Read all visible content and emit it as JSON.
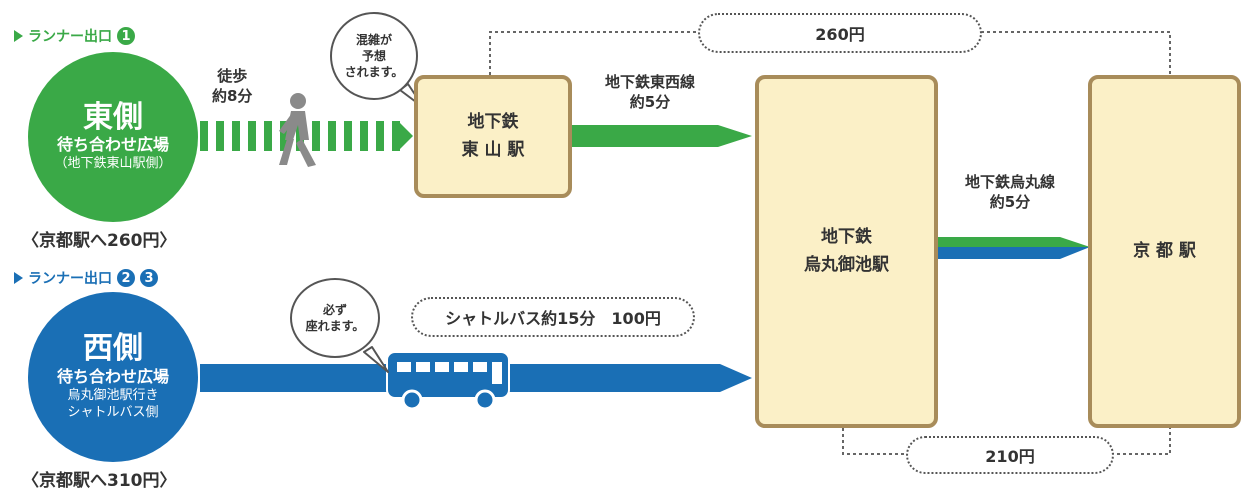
{
  "east": {
    "exit_label": "ランナー出口",
    "exit_number": "1",
    "circle_title": "東側",
    "circle_sub": "待ち合わせ広場",
    "circle_note": "（地下鉄東山駅側）",
    "fare": "〈京都駅へ260円〉",
    "walk_label": [
      "徒歩",
      "約8分"
    ],
    "bubble": [
      "混雑が",
      "予想",
      "されます。"
    ],
    "station": [
      "地下鉄",
      "東 山 駅"
    ],
    "line_label": [
      "地下鉄東西線",
      "約5分"
    ]
  },
  "west": {
    "exit_label": "ランナー出口",
    "exit_numbers": [
      "2",
      "3"
    ],
    "circle_title": "西側",
    "circle_sub": "待ち合わせ広場",
    "circle_note": [
      "烏丸御池駅行き",
      "シャトルバス側"
    ],
    "fare": "〈京都駅へ310円〉",
    "bubble": [
      "必ず",
      "座れます。"
    ],
    "shuttle_label": "シャトルバス約15分　100円"
  },
  "oike": {
    "station": [
      "地下鉄",
      "烏丸御池駅"
    ]
  },
  "kyoto": {
    "station": "京 都 駅"
  },
  "karasuma_line": [
    "地下鉄烏丸線",
    "約5分"
  ],
  "top_route_fare": "260円",
  "bottom_route_fare": "210円",
  "colors": {
    "green": "#3aa947",
    "blue": "#1a6fb5",
    "box_fill": "#fbf0c7",
    "box_border": "#a88c5a"
  }
}
